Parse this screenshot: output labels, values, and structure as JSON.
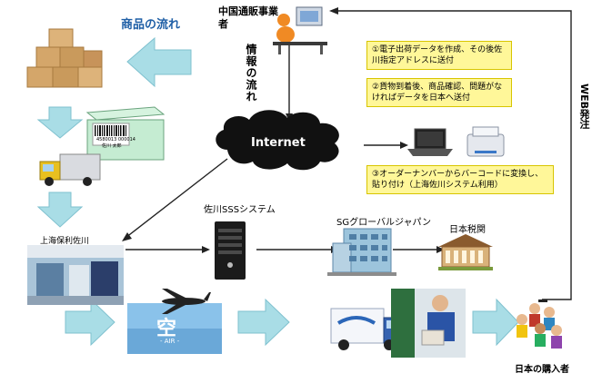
{
  "diagram": {
    "goods_flow_label": "商品の流れ",
    "info_flow_label": "情報の流れ",
    "chinese_vendor_label": "中国通販事業者",
    "internet_label": "Internet",
    "web_order_label": "WEB発注",
    "shanghai_label": "上海保利佐川",
    "sss_label": "佐川SSSシステム",
    "sg_global_label": "SGグローバルジャパン",
    "customs_label": "日本税関",
    "buyer_label": "日本の購入者",
    "air_card_text": "空",
    "air_card_sub": "- AIR -",
    "barcode_text_line1": "4580013 000014",
    "barcode_text_line2": "佐川 太郎",
    "notes": [
      "①電子出荷データを作成、その後佐川指定アドレスに送付",
      "②貨物到着後、商品確認、問題がなければデータを日本へ送付",
      "③オーダーナンバーからバーコードに変換し、貼り付け（上海佐川システム利用）"
    ]
  }
}
